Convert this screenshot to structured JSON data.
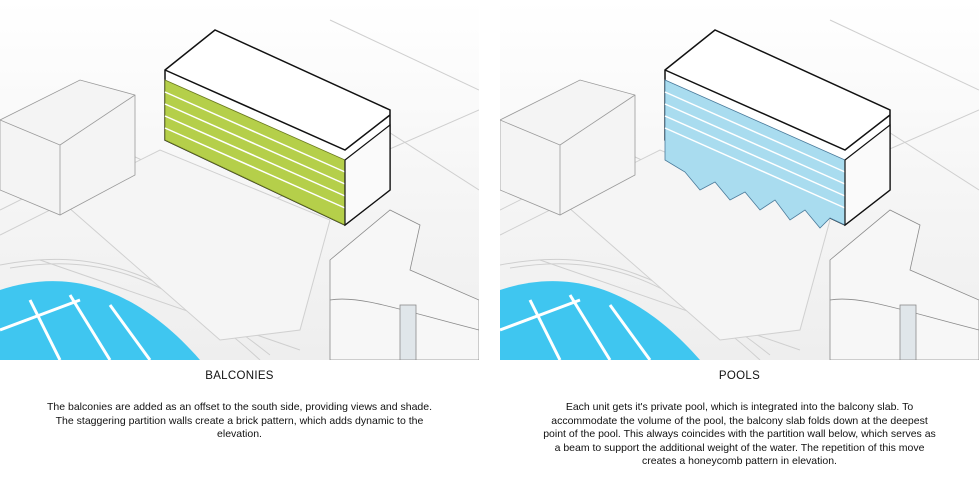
{
  "panels": [
    {
      "title": "BALCONIES",
      "description": "The balconies are added as an offset to the south side, providing views and shade. The staggering partition walls create a brick pattern, which adds dynamic to the elevation.",
      "balcony_color": "#b5cf4a"
    },
    {
      "title": "POOLS",
      "description": "Each unit gets it's private pool, which is integrated into the balcony slab. To accommodate the volume of the pool, the balcony slab folds down at the deepest point of the pool. This always coincides with the partition wall below, which serves as a beam to support the additional weight of the water. The repetition of this move creates a honeycomb pattern in elevation.",
      "balcony_color": "#a9dcef"
    }
  ],
  "colors": {
    "water": "#3fc6f0",
    "ground": "#f2f2f2",
    "building_fill": "#ffffff",
    "outline": "#111111"
  }
}
